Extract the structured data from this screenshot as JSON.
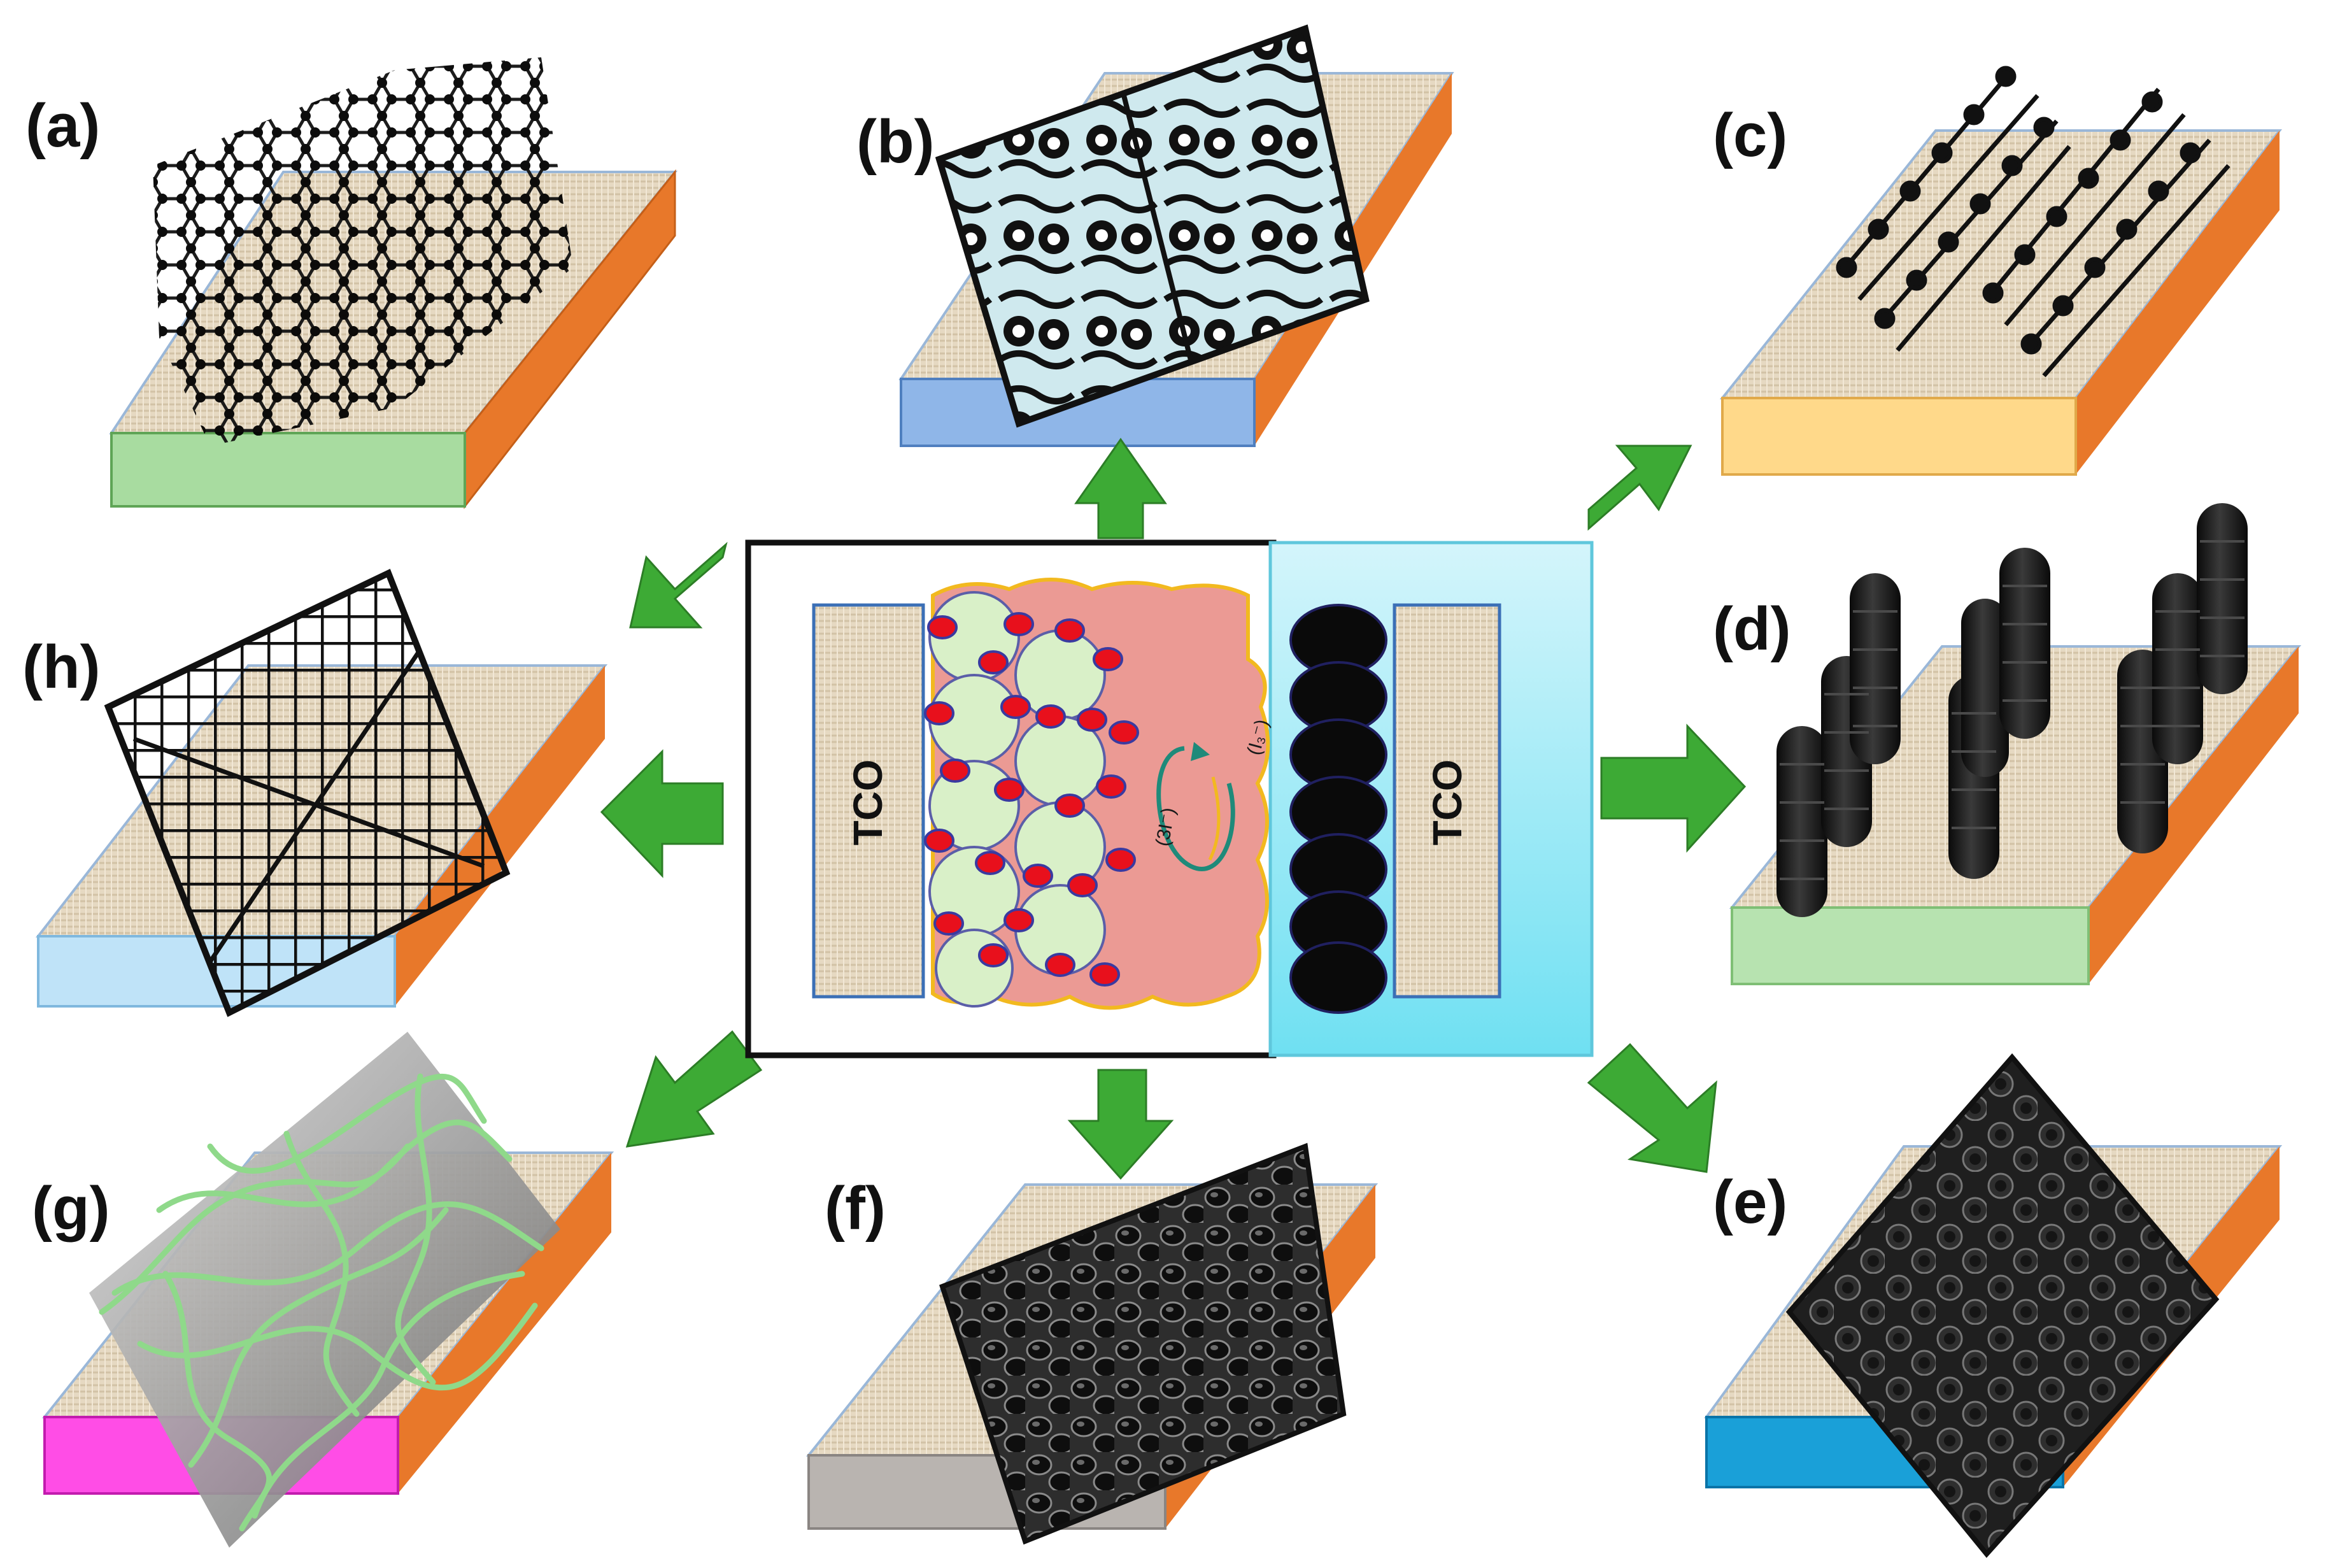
{
  "panels": {
    "a": {
      "label": "(a)",
      "structure": "graphene-hexagonal-sheet",
      "base_color": "#a8dca0"
    },
    "b": {
      "label": "(b)",
      "structure": "stacked-layered-framework",
      "base_color": "#8fb6e8"
    },
    "c": {
      "label": "(c)",
      "structure": "aligned-chain-arrays",
      "base_color": "#ffd98a"
    },
    "d": {
      "label": "(d)",
      "structure": "vertical-nanotube-pillars",
      "base_color": "#b7e3b0"
    },
    "e": {
      "label": "(e)",
      "structure": "dense-spherical-particles",
      "base_color": "#1aa0d8"
    },
    "f": {
      "label": "(f)",
      "structure": "porous-spherical-network",
      "base_color": "#b9b4b0"
    },
    "g": {
      "label": "(g)",
      "structure": "nanofiber-mesh",
      "base_color": "#ff4de6"
    },
    "h": {
      "label": "(h)",
      "structure": "woven-grid-mesh",
      "base_color": "#bfe3f8"
    }
  },
  "center_cell": {
    "left_electrode_label": "TCO",
    "right_electrode_label": "TCO",
    "ion_left": "(3I⁻)",
    "ion_right": "(I₃⁻)"
  },
  "colors": {
    "substrate_top": "#e4d7c0",
    "substrate_side": "#e8782a",
    "arrow_green": "#3daa35",
    "electrolyte": "#eb9a94",
    "dye_red": "#e8101c",
    "tio2_green": "#d9f0c8",
    "cathode_blue": "#8fe6f5"
  }
}
